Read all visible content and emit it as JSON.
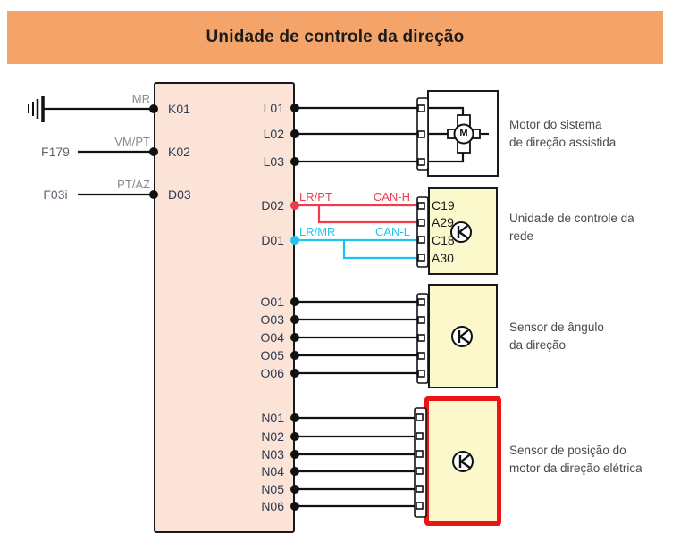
{
  "title": "Unidade de controle da direção",
  "colors": {
    "banner": "#f5a469",
    "unit_fill": "#fbe3d7",
    "component_fill": "#fbf9cb",
    "can_high": "#ee3b4d",
    "can_low": "#1fc3f3",
    "highlight_border": "#ec1414"
  },
  "left_side": {
    "ground_wire_label": "MR",
    "fuses": [
      {
        "id": "F179",
        "wire_label": "VM/PT"
      },
      {
        "id": "F03i",
        "wire_label": "PT/AZ"
      }
    ]
  },
  "main_unit": {
    "left_pins": [
      "K01",
      "K02",
      "D03"
    ],
    "l_pins": [
      "L01",
      "L02",
      "L03"
    ],
    "can_pins": [
      "D02",
      "D01"
    ],
    "o_pins": [
      "O01",
      "O03",
      "O04",
      "O05",
      "O06"
    ],
    "n_pins": [
      "N01",
      "N02",
      "N03",
      "N04",
      "N05",
      "N06"
    ]
  },
  "can_bus": {
    "high": {
      "wire_color": "LR/PT",
      "bus_label": "CAN-H"
    },
    "low": {
      "wire_color": "LR/MR",
      "bus_label": "CAN-L"
    }
  },
  "components": [
    {
      "name": "motor",
      "symbol": "M",
      "label_line1": "Motor do sistema",
      "label_line2": "de direção assistida"
    },
    {
      "name": "network-control-unit",
      "pins": [
        "C19",
        "A29",
        "C18",
        "A30"
      ],
      "label_line1": "Unidade de controle da",
      "label_line2": "rede"
    },
    {
      "name": "steering-angle-sensor",
      "label_line1": "Sensor de ângulo",
      "label_line2": "da direção"
    },
    {
      "name": "motor-position-sensor",
      "highlighted": true,
      "label_line1": "Sensor de posição do",
      "label_line2": "motor da direção elétrica"
    }
  ]
}
